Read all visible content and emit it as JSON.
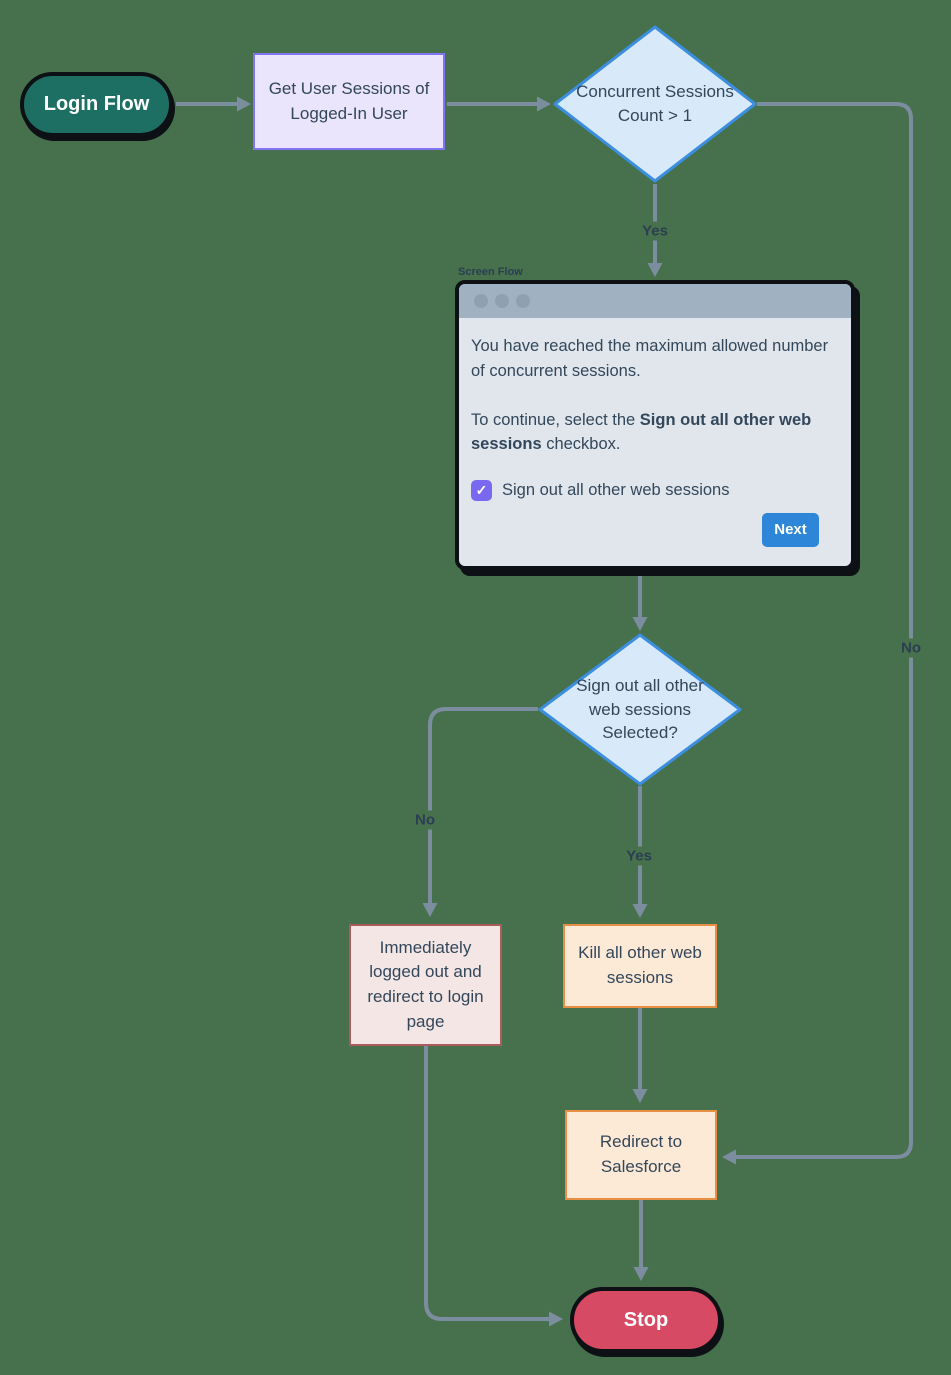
{
  "colors": {
    "bg": "#47714d",
    "line": "#7d8da0",
    "ink": "#33475b",
    "labelInk": "#2b3e52",
    "black": "#0d1014",
    "teal": "#1e6f63",
    "stopRed": "#d64a63",
    "purpleFill": "#eae4fc",
    "purpleBorder": "#8273f3",
    "diamondFill": "#d8e9fa",
    "diamondBorder": "#3c8ede",
    "winBody": "#e0e6ec",
    "winBar": "#a0b1c1",
    "winDot": "#8fa0b0",
    "checkPurple": "#7b68f0",
    "nextBlue": "#2e86d9",
    "pinkFill": "#f3e6e4",
    "pinkBorder": "#aa5c5c",
    "orangeFill": "#fdead6",
    "orangeBorder": "#e78f45"
  },
  "nodes": {
    "start": {
      "label": "Login Flow"
    },
    "get_sessions": {
      "label": "Get User Sessions of Logged-In User"
    },
    "decision_concurrent": {
      "label": "Concurrent Sessions Count > 1"
    },
    "decision_signout": {
      "label": "Sign out all other web sessions Selected?"
    },
    "logged_out": {
      "label": "Immediately logged out and redirect to login page"
    },
    "kill_sessions": {
      "label": "Kill all other web sessions"
    },
    "redirect": {
      "label": "Redirect to Salesforce"
    },
    "stop": {
      "label": "Stop"
    },
    "screen_flow": {
      "tag": "Screen Flow",
      "para1": "You have reached the maximum allowed number of concurrent sessions.",
      "para2_pre": "To continue, select the ",
      "para2_bold": "Sign out all other web sessions",
      "para2_post": " checkbox.",
      "checkbox_label": "Sign out all other web sessions",
      "checkbox_checked": true,
      "next_button": "Next"
    }
  },
  "edges": {
    "yes1": "Yes",
    "no1": "No",
    "no2": "No",
    "yes2": "Yes"
  },
  "icons": {
    "check": "✓"
  }
}
